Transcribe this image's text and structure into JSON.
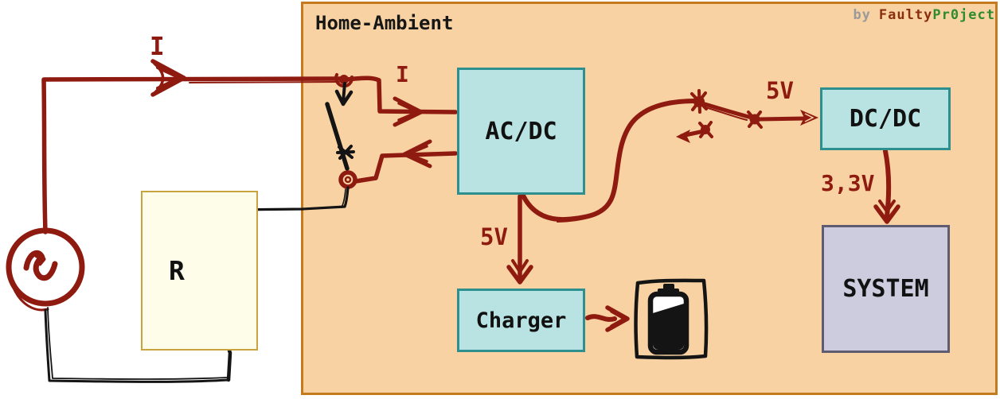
{
  "panel": {
    "title": "Home-Ambient",
    "credit": {
      "by": "by",
      "author_part1": "Faulty",
      "author_part2": "Pr0ject"
    }
  },
  "blocks": {
    "acdc_label": "AC/DC",
    "dcdc_label": "DC/DC",
    "charger_label": "Charger",
    "system_label": "SYSTEM",
    "resistor_label": "R"
  },
  "labels": {
    "current_main": "I",
    "current_in": "I",
    "voltage_dcdc": "5V",
    "voltage_charger": "5V",
    "voltage_system": "3,3V"
  },
  "icons": {
    "ac_source": "ac-source-icon",
    "switch": "switch-icon",
    "battery": "battery-icon",
    "resistor_symbol": "resistor-zigzag-icon"
  },
  "colors": {
    "wire_red": "#8e1a10",
    "ink_black": "#141414",
    "panel_bg": "#f8d2a2",
    "panel_border": "#c57a1e",
    "block_fill": "#b9e3e2",
    "block_border": "#2e8f8f",
    "system_bg": "#cdccdf",
    "system_border": "#5f5b70",
    "resistor_bg": "#fdfdea",
    "resistor_border": "#c8a43e",
    "credit_by": "#9a9a9a",
    "credit_faulty": "#8b2e0e",
    "credit_project": "#2e8b2e"
  }
}
